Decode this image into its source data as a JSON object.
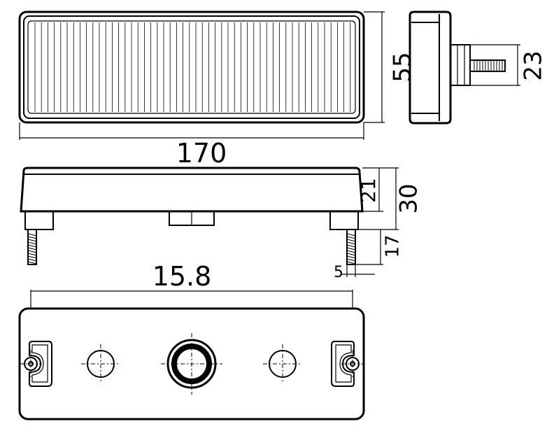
{
  "dimensions": {
    "length": "170",
    "height_front": "55",
    "stud_height": "23",
    "side_height_small": "21",
    "side_height_total": "30",
    "stud_length": "17",
    "stud_diameter": "5",
    "hole_spacing": "15.8"
  },
  "colors": {
    "line": "#000000",
    "background": "#ffffff"
  }
}
